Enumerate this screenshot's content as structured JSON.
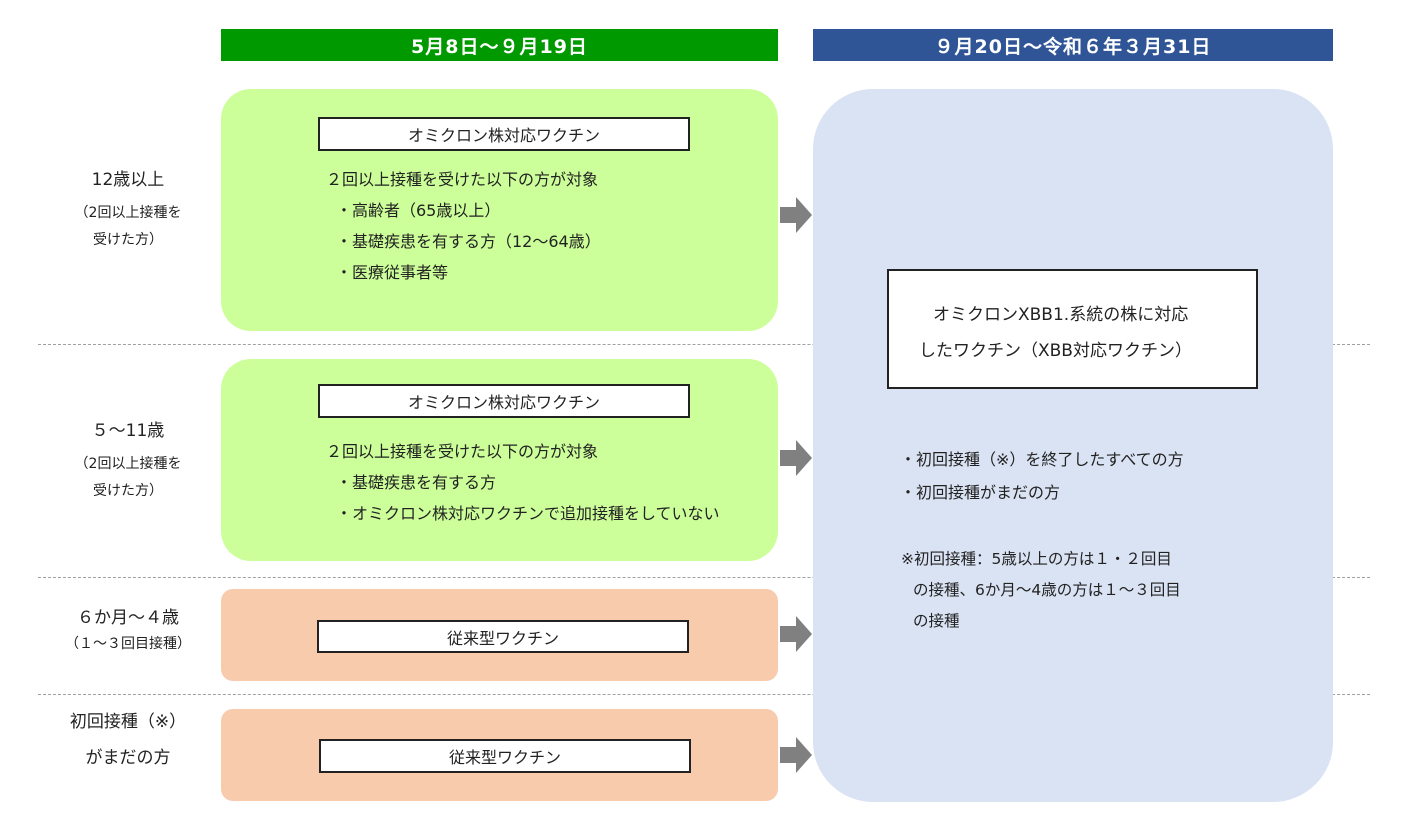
{
  "headers": {
    "period1": "5月8日～９月19日",
    "period2": "９月20日～令和６年３月31日",
    "period1_color": "#009900",
    "period2_color": "#2f5597"
  },
  "rows": [
    {
      "label": "12歳以上",
      "sub1": "（2回以上接種を",
      "sub2": "受けた方）"
    },
    {
      "label": "５～11歳",
      "sub1": "（2回以上接種を",
      "sub2": "受けた方）"
    },
    {
      "label": "６か月～４歳",
      "sub1": "（１～３回目接種）"
    },
    {
      "label1": "初回接種（※）",
      "label2": "がまだの方"
    }
  ],
  "boxes": [
    {
      "vaccine": "オミクロン株対応ワクチン",
      "target": "２回以上接種を受けた以下の方が対象",
      "items": [
        "・高齢者（65歳以上）",
        "・基礎疾患を有する方（12～64歳）",
        "・医療従事者等"
      ]
    },
    {
      "vaccine": "オミクロン株対応ワクチン",
      "target": "２回以上接種を受けた以下の方が対象",
      "items": [
        "・基礎疾患を有する方",
        "・オミクロン株対応ワクチンで追加接種をしていない"
      ]
    },
    {
      "vaccine": "従来型ワクチン"
    },
    {
      "vaccine": "従来型ワクチン"
    }
  ],
  "right": {
    "vaccine_line1": "オミクロンXBB1.系統の株に対応",
    "vaccine_line2": "したワクチン（XBB対応ワクチン）",
    "targets": [
      "・初回接種（※）を終了したすべての方",
      "・初回接種がまだの方"
    ],
    "note_line1": "※初回接種：5歳以上の方は１・２回目",
    "note_line2": "の接種、6か月～4歳の方は１～３回目",
    "note_line3": "の接種"
  },
  "colors": {
    "green_box": "#ccff99",
    "salmon_box": "#f8cbad",
    "blue_box": "#dae3f3",
    "arrow": "#808080"
  }
}
